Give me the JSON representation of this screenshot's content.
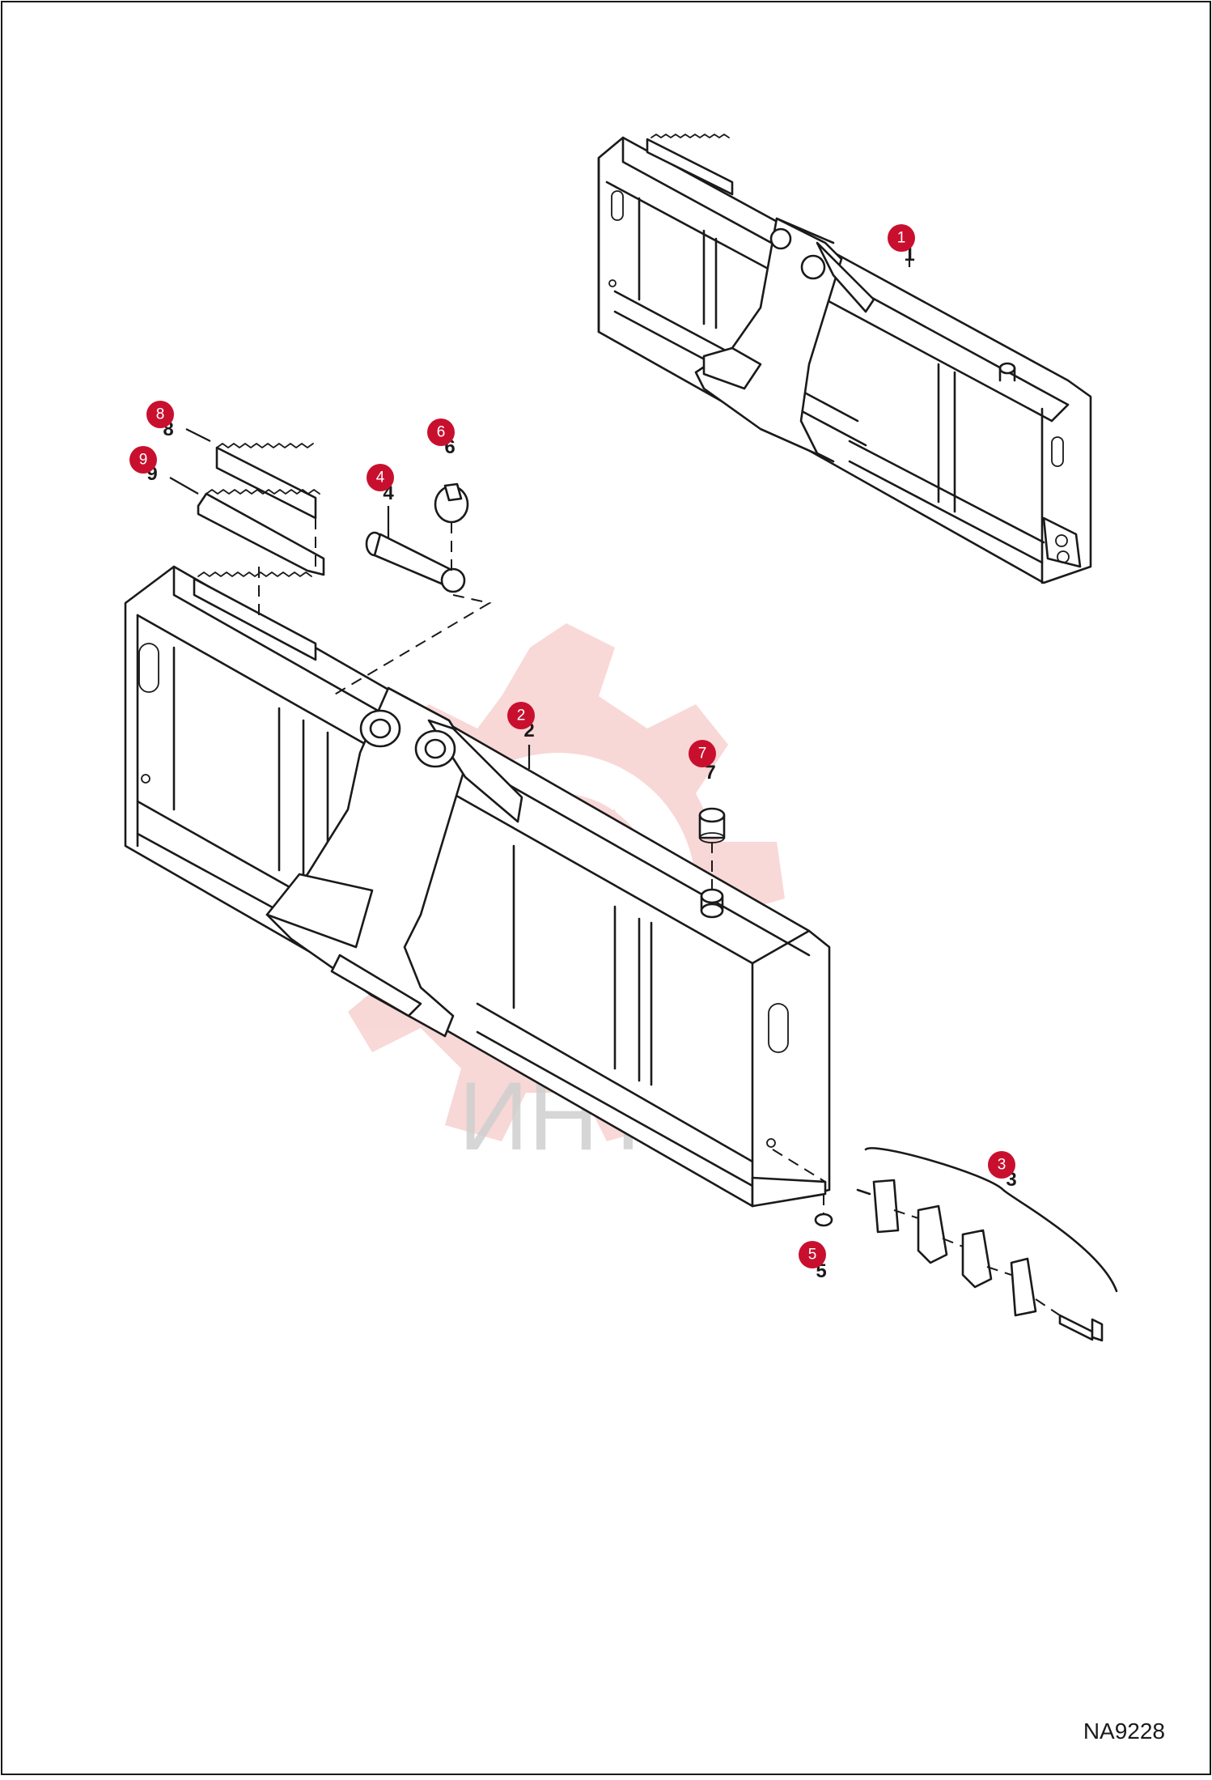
{
  "diagram": {
    "code": "NA9228",
    "watermark": "ИНТЕХ",
    "callouts": [
      "1",
      "2",
      "3",
      "4",
      "5",
      "6",
      "7",
      "8",
      "9"
    ],
    "colors": {
      "badge": "#c8102e",
      "line": "#1a1a1a",
      "watermark": "#f3b9b9",
      "watermark_text": "#cfcfcf"
    }
  }
}
